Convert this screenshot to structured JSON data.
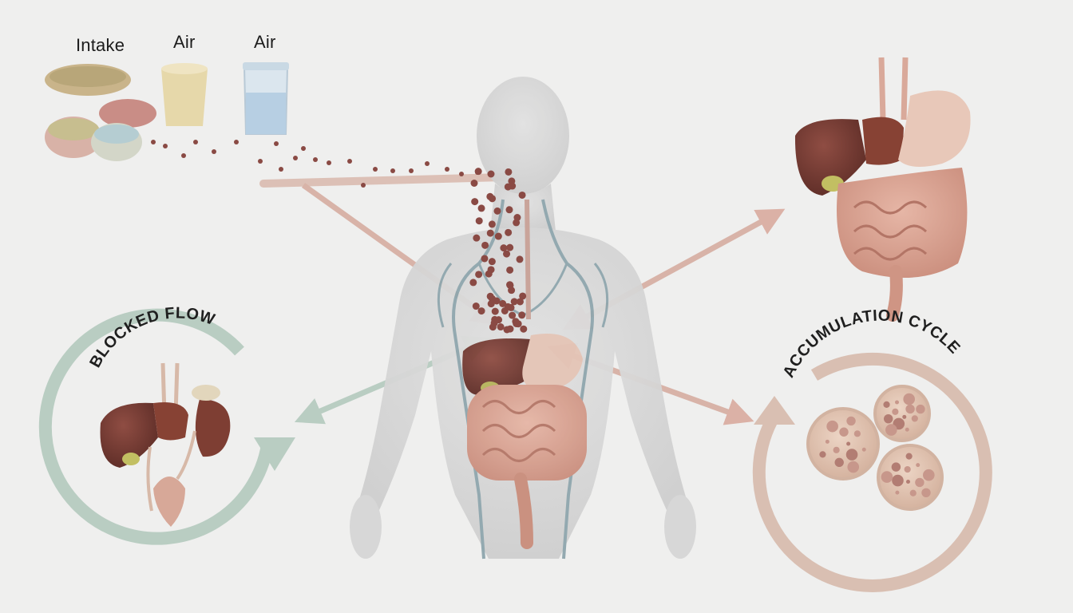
{
  "labels": {
    "intake": "Intake",
    "air_1": "Air",
    "air_2": "Air",
    "blocked_flow": "BLOCKED FLOW",
    "accumulation_cycle": "ACCUMULATION CYCLE"
  },
  "colors": {
    "background": "#efefee",
    "body": "#d8d8d8",
    "vessel": "#8fa6ad",
    "liver": "#7a3f36",
    "intestine": "#d7a08f",
    "particle": "#8a4a44",
    "arrow": "#d9b3a8",
    "green_ring": "#b9cdc2",
    "pink_ring": "#d9bfb2"
  }
}
